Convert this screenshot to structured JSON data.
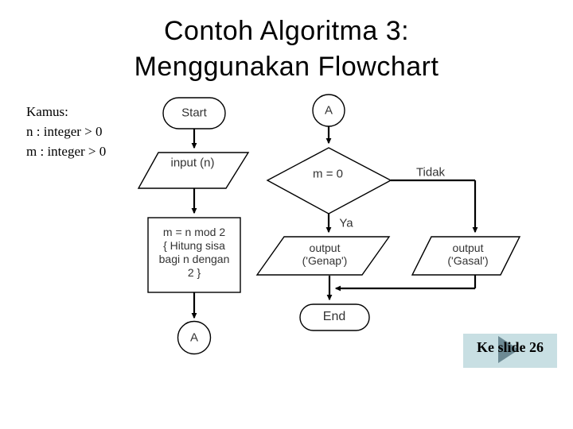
{
  "title": {
    "line1": "Contoh Algoritma 3:",
    "line2": "Menggunakan Flowchart"
  },
  "declarations": {
    "lines": [
      "Kamus:",
      "n : integer > 0",
      "m : integer > 0"
    ]
  },
  "flowchart": {
    "start_label": "Start",
    "input_label": "input (n)",
    "process_lines": [
      "m = n mod 2",
      "{ Hitung sisa",
      "bagi n dengan",
      "2 }"
    ],
    "connector_top_label": "A",
    "connector_bottom_label": "A",
    "decision_label": "m = 0",
    "branch_no_label": "Tidak",
    "branch_yes_label": "Ya",
    "output_even_lines": [
      "output",
      "('Genap')"
    ],
    "output_odd_lines": [
      "output",
      "('Gasal')"
    ],
    "end_label": "End"
  },
  "nav": {
    "label": "Ke slide 26"
  },
  "colors": {
    "nav_bg": "#c8dfe3",
    "nav_arrow": "#6d8a94",
    "line": "#000000",
    "shape_fill": "#ffffff",
    "text": "#333333"
  }
}
